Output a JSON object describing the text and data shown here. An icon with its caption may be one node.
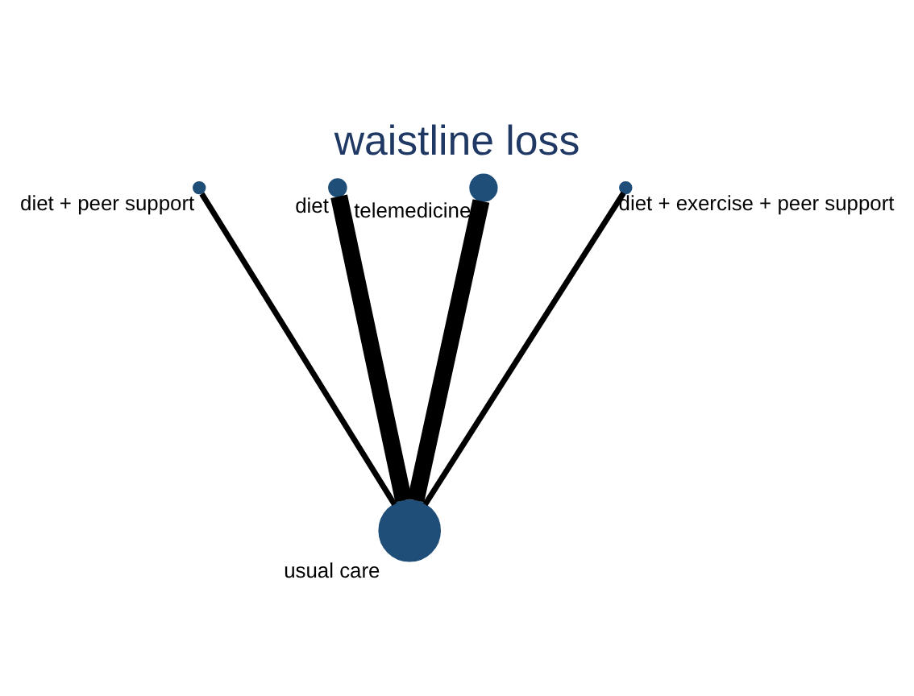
{
  "diagram": {
    "title": "waistline loss",
    "nodes": [
      {
        "text": [],
        "shape": "circle",
        "beside": [
          "diet + peer support"
        ]
      },
      {
        "text": [],
        "shape": "circle",
        "beside": [
          "diet"
        ]
      },
      {
        "text": [],
        "shape": "circle",
        "beside": [
          "telemedicine"
        ]
      },
      {
        "text": [],
        "shape": "circle",
        "beside": [
          "diet + exercise + peer support"
        ]
      },
      {
        "text": [],
        "shape": "circle",
        "beside": [
          "usual care"
        ]
      }
    ],
    "edges": [
      {
        "from": 4,
        "to": 3,
        "arrow": "none"
      },
      {
        "from": 4,
        "to": 0,
        "arrow": "none"
      },
      {
        "from": 4,
        "to": 1,
        "arrow": "none",
        "style": "thick"
      },
      {
        "from": 4,
        "to": 2,
        "arrow": "none",
        "style": "thick"
      }
    ]
  }
}
